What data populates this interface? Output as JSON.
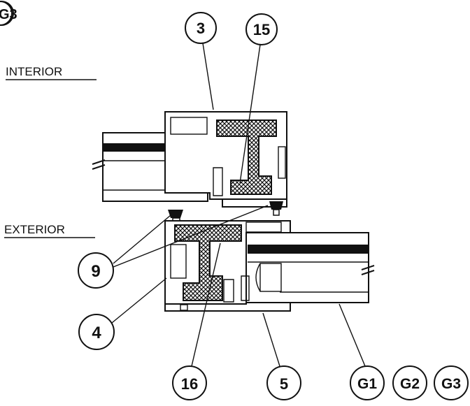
{
  "corner_tag": "G3",
  "side_labels": {
    "interior": "INTERIOR",
    "exterior": "EXTERIOR"
  },
  "callouts": {
    "c3": "3",
    "c15": "15",
    "c9": "9",
    "c4": "4",
    "c16": "16",
    "c5": "5",
    "g1": "G1",
    "g2": "G2",
    "g3": "G3"
  },
  "colors": {
    "ink": "#111111",
    "background": "#ffffff",
    "hatch": "#111111"
  }
}
